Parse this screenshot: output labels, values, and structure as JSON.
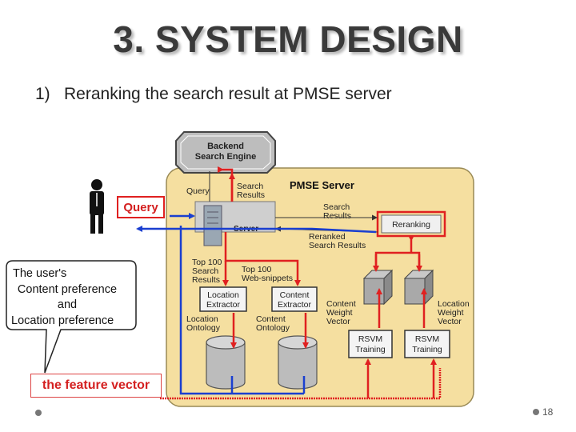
{
  "slide": {
    "title": "3. SYSTEM DESIGN",
    "subtitle_number": "1)",
    "subtitle_text": "Reranking the search result at PMSE server",
    "page_number": "18"
  },
  "diagram": {
    "backend_line1": "Backend",
    "backend_line2": "Search Engine",
    "server_title": "PMSE Server",
    "query_small": "Query",
    "search_results_top_1": "Search",
    "search_results_top_2": "Results",
    "server_label": "Server",
    "search_results_right_1": "Search",
    "search_results_right_2": "Results",
    "reranking": "Reranking",
    "reranked_1": "Reranked",
    "reranked_2": "Search Results",
    "top100_results_1": "Top 100",
    "top100_results_2": "Search",
    "top100_results_3": "Results",
    "top100_snippets_1": "Top 100",
    "top100_snippets_2": "Web-snippets",
    "location_extractor_1": "Location",
    "location_extractor_2": "Extractor",
    "content_extractor_1": "Content",
    "content_extractor_2": "Extractor",
    "location_ontology_1": "Location",
    "location_ontology_2": "Ontology",
    "content_ontology_1": "Content",
    "content_ontology_2": "Ontology",
    "content_weight_1": "Content",
    "content_weight_2": "Weight",
    "content_weight_3": "Vector",
    "location_weight_1": "Location",
    "location_weight_2": "Weight",
    "location_weight_3": "Vector",
    "rsvm_1a": "RSVM",
    "rsvm_1b": "Training",
    "rsvm_2a": "RSVM",
    "rsvm_2b": "Training"
  },
  "annotations": {
    "query": "Query",
    "callout_line1": "The user's",
    "callout_line2": "Content preference",
    "callout_line3": "and",
    "callout_line4": "Location preference",
    "feature_vector": "the feature vector"
  },
  "colors": {
    "arrow_red": "#e02020",
    "arrow_blue": "#1a3fd0",
    "server_panel": "#f5dfa0"
  }
}
